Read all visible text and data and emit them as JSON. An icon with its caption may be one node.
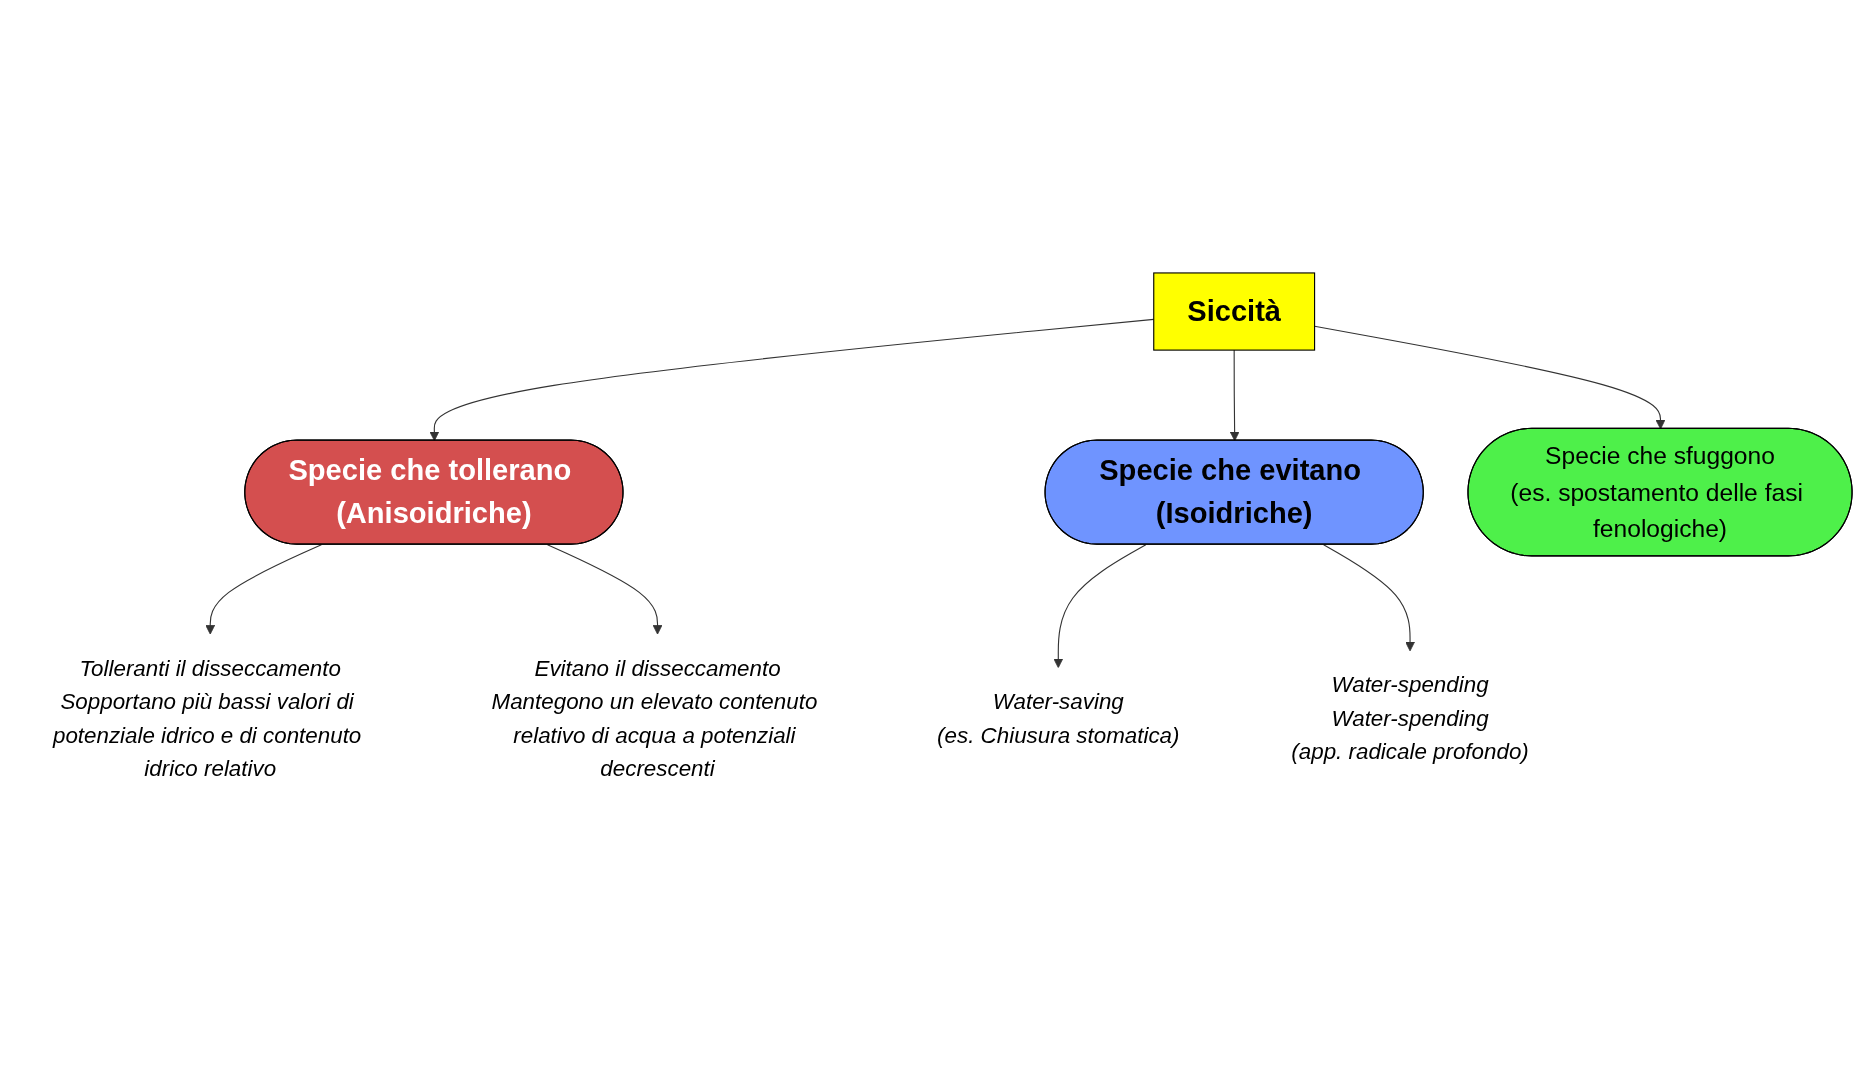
{
  "diagram": {
    "nodes": [
      {
        "text": [
          "Specie che tollerano (Anisoidriche)"
        ]
      },
      {
        "text": [
          "Specie che evitano (Isoidriche)"
        ]
      },
      {
        "text": [
          "Tolleranti il disseccamento",
          "Sopportano più bassi valori di potenziale idrico e di contenuto idrico relativo"
        ]
      },
      {
        "text": [
          "Evitano il disseccamento",
          "Mantegono un elevato contenuto relativo di acqua a potenziali decrescenti"
        ]
      },
      {
        "text": [
          "Siccità"
        ]
      },
      {
        "text": [
          "Water-saving",
          "(es. Chiusura stomatica)"
        ]
      },
      {
        "text": [
          "Water-spending",
          "Water-spending",
          "(app. radicale profondo)"
        ]
      },
      {
        "text": [
          "Specie che sfuggono",
          "(es. spostamento delle fasi fenologiche)"
        ]
      }
    ],
    "edges": [
      {
        "from": 4,
        "to": 0,
        "arrow": "to"
      },
      {
        "from": 4,
        "to": 1,
        "arrow": "to"
      },
      {
        "from": 4,
        "to": 7,
        "arrow": "to"
      },
      {
        "from": 0,
        "to": 2,
        "arrow": "to"
      },
      {
        "from": 0,
        "to": 3,
        "arrow": "to"
      },
      {
        "from": 1,
        "to": 5,
        "arrow": "to"
      },
      {
        "from": 1,
        "to": 6,
        "arrow": "to"
      }
    ]
  }
}
